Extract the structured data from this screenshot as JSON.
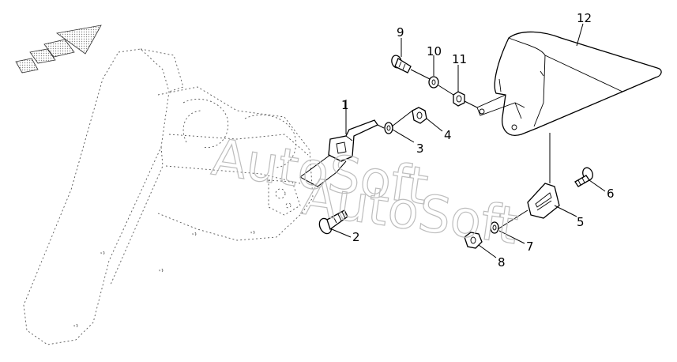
{
  "watermark": "AutoSoft",
  "callouts": {
    "c1": "1",
    "c2": "2",
    "c3": "3",
    "c4": "4",
    "c5": "5",
    "c6": "6",
    "c7": "7",
    "c8": "8",
    "c9": "9",
    "c10": "10",
    "c11": "11",
    "c12": "12"
  },
  "icons": {
    "direction_arrow": "direction-arrow-icon"
  },
  "colors": {
    "line": "#000000",
    "dashed_outline": "#555555",
    "watermark": "#bdbdbd",
    "background": "#ffffff"
  }
}
